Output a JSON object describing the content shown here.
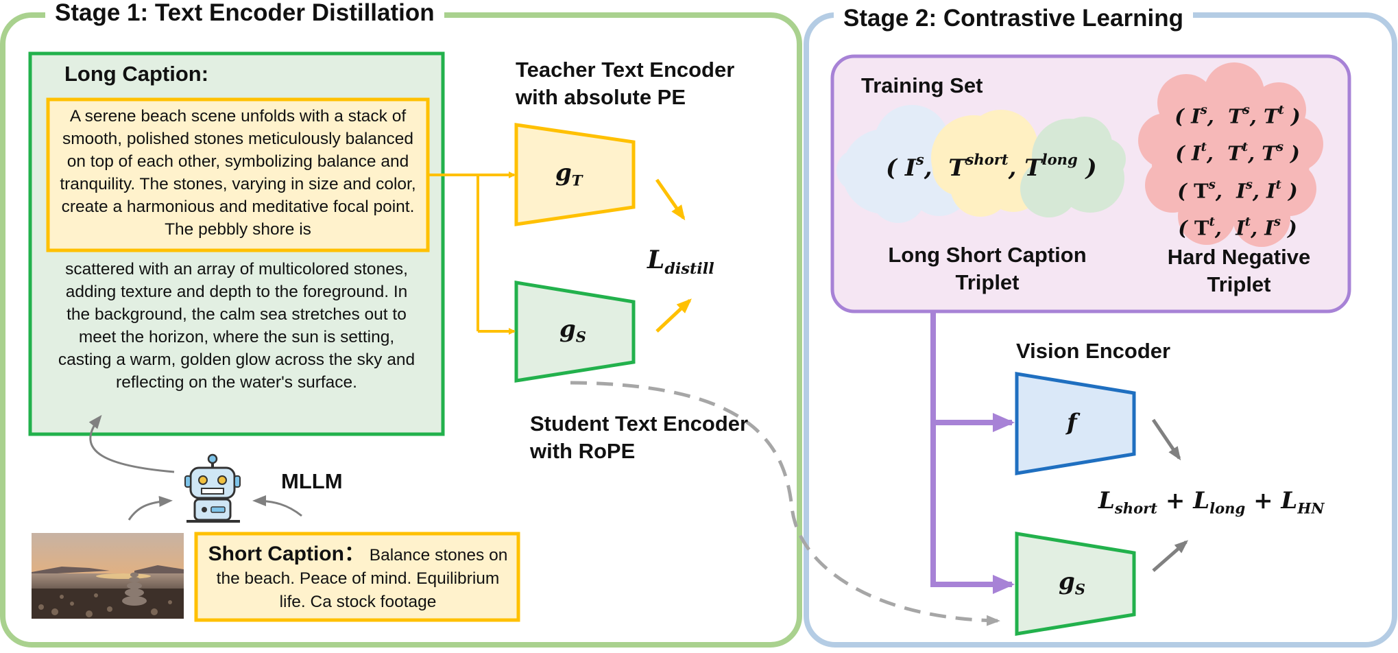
{
  "stage1": {
    "title": "Stage 1: Text Encoder Distillation",
    "long_caption": {
      "heading": "Long Caption:",
      "highlighted_text": "A serene beach scene unfolds with a stack of smooth, polished stones meticulously balanced on top of each other, symbolizing balance and tranquility. The stones, varying in size and color, create a harmonious and meditative focal point. The pebbly shore is",
      "rest_text": "scattered with an array of multicolored stones, adding texture and depth to the foreground. In the background, the calm sea stretches out to meet the horizon, where the sun is setting, casting a warm, golden glow across the sky and reflecting on the water's surface."
    },
    "teacher_label": "Teacher Text Encoder with absolute PE",
    "teacher_symbol": {
      "base": "g",
      "sub": "T"
    },
    "student_label": "Student Text Encoder with RoPE",
    "student_symbol": {
      "base": "g",
      "sub": "S"
    },
    "loss": {
      "base": "L",
      "sub": "distill"
    },
    "mllm_label": "MLLM",
    "short_caption": {
      "heading": "Short Caption：",
      "text": "Balance stones on the beach. Peace of mind. Equilibrium life. Ca stock footage"
    }
  },
  "stage2": {
    "title": "Stage 2: Contrastive Learning",
    "training_set": {
      "heading": "Training Set",
      "long_short_label": "Long Short Caption Triplet",
      "hard_negative_label": "Hard Negative Triplet"
    },
    "vision_label": "Vision Encoder",
    "vision_symbol": "f",
    "text_symbol": {
      "base": "g",
      "sub": "S"
    },
    "loss": {
      "terms": [
        {
          "base": "L",
          "sub": "short"
        },
        {
          "base": "L",
          "sub": "long"
        },
        {
          "base": "L",
          "sub": "HN"
        }
      ],
      "operator": "+"
    }
  },
  "colors": {
    "stage1_border": "#a9d18e",
    "stage2_border": "#b4cce4",
    "long_caption_fill": "#e2efe2",
    "long_caption_border": "#22b14c",
    "highlight_fill": "#fff2cc",
    "highlight_border": "#ffc000",
    "teacher_fill": "#fff2cc",
    "teacher_border": "#ffc000",
    "student_fill": "#e2efe2",
    "student_border": "#22b14c",
    "arrow_yellow": "#ffc000",
    "arrow_gray": "#808080",
    "dashed_gray": "#a6a6a6",
    "training_fill": "#f5e6f3",
    "training_border": "#a782d6",
    "purple_arrow": "#a782d6",
    "vision_fill": "#dae8f8",
    "vision_border": "#1f6fc0",
    "hard_negative_cloud": "#f6b8b8",
    "cloud_blue": "#e3ecf8",
    "cloud_yellow": "#fff0c2",
    "cloud_green": "#d6e8d6"
  }
}
